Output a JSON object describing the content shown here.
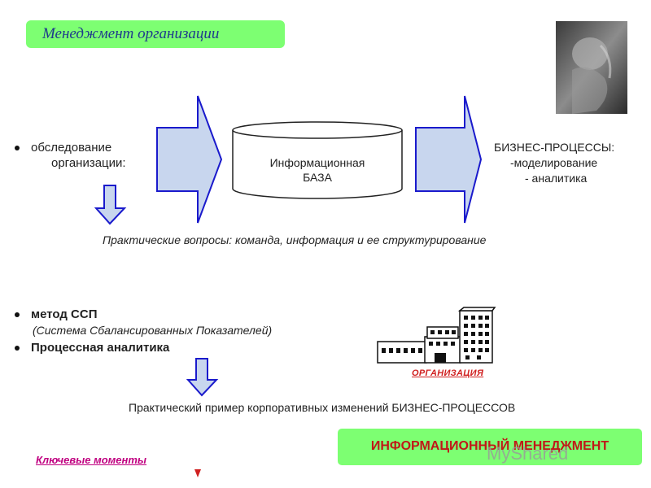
{
  "title": "Менеджмент организации",
  "bullets_top": {
    "line1": "обследование",
    "line2": "организации:"
  },
  "cylinder": {
    "line1": "Информационная",
    "line2": "БАЗА"
  },
  "business": {
    "line1": "БИЗНЕС-ПРОЦЕССЫ:",
    "line2": "-моделирование",
    "line3": "- аналитика"
  },
  "practical_questions": "Практические вопросы: команда, информация и ее структурирование",
  "bullets_bottom": {
    "item1": "метод ССП",
    "item1_sub": "(Система Сбалансированных Показателей)",
    "item2": "Процессная аналитика"
  },
  "organization_label": "ОРГАНИЗАЦИЯ",
  "practical_example": "Практический пример корпоративных изменений БИЗНЕС-ПРОЦЕССОВ",
  "key_moments": "Ключевые моменты",
  "info_management": "ИНФОРМАЦИОННЫЙ МЕНЕДЖМЕНТ",
  "watermark": "MyShared",
  "colors": {
    "green": "#7dff72",
    "arrow_fill": "#c8d6ee",
    "arrow_stroke": "#1a1acc",
    "title_text": "#1f3b8c",
    "red_text": "#c01818"
  },
  "icons": [
    "bullet-dot",
    "block-arrow-right",
    "block-arrow-down",
    "database-cylinder",
    "building-icon",
    "photo-sculpture",
    "small-arrow-down"
  ]
}
